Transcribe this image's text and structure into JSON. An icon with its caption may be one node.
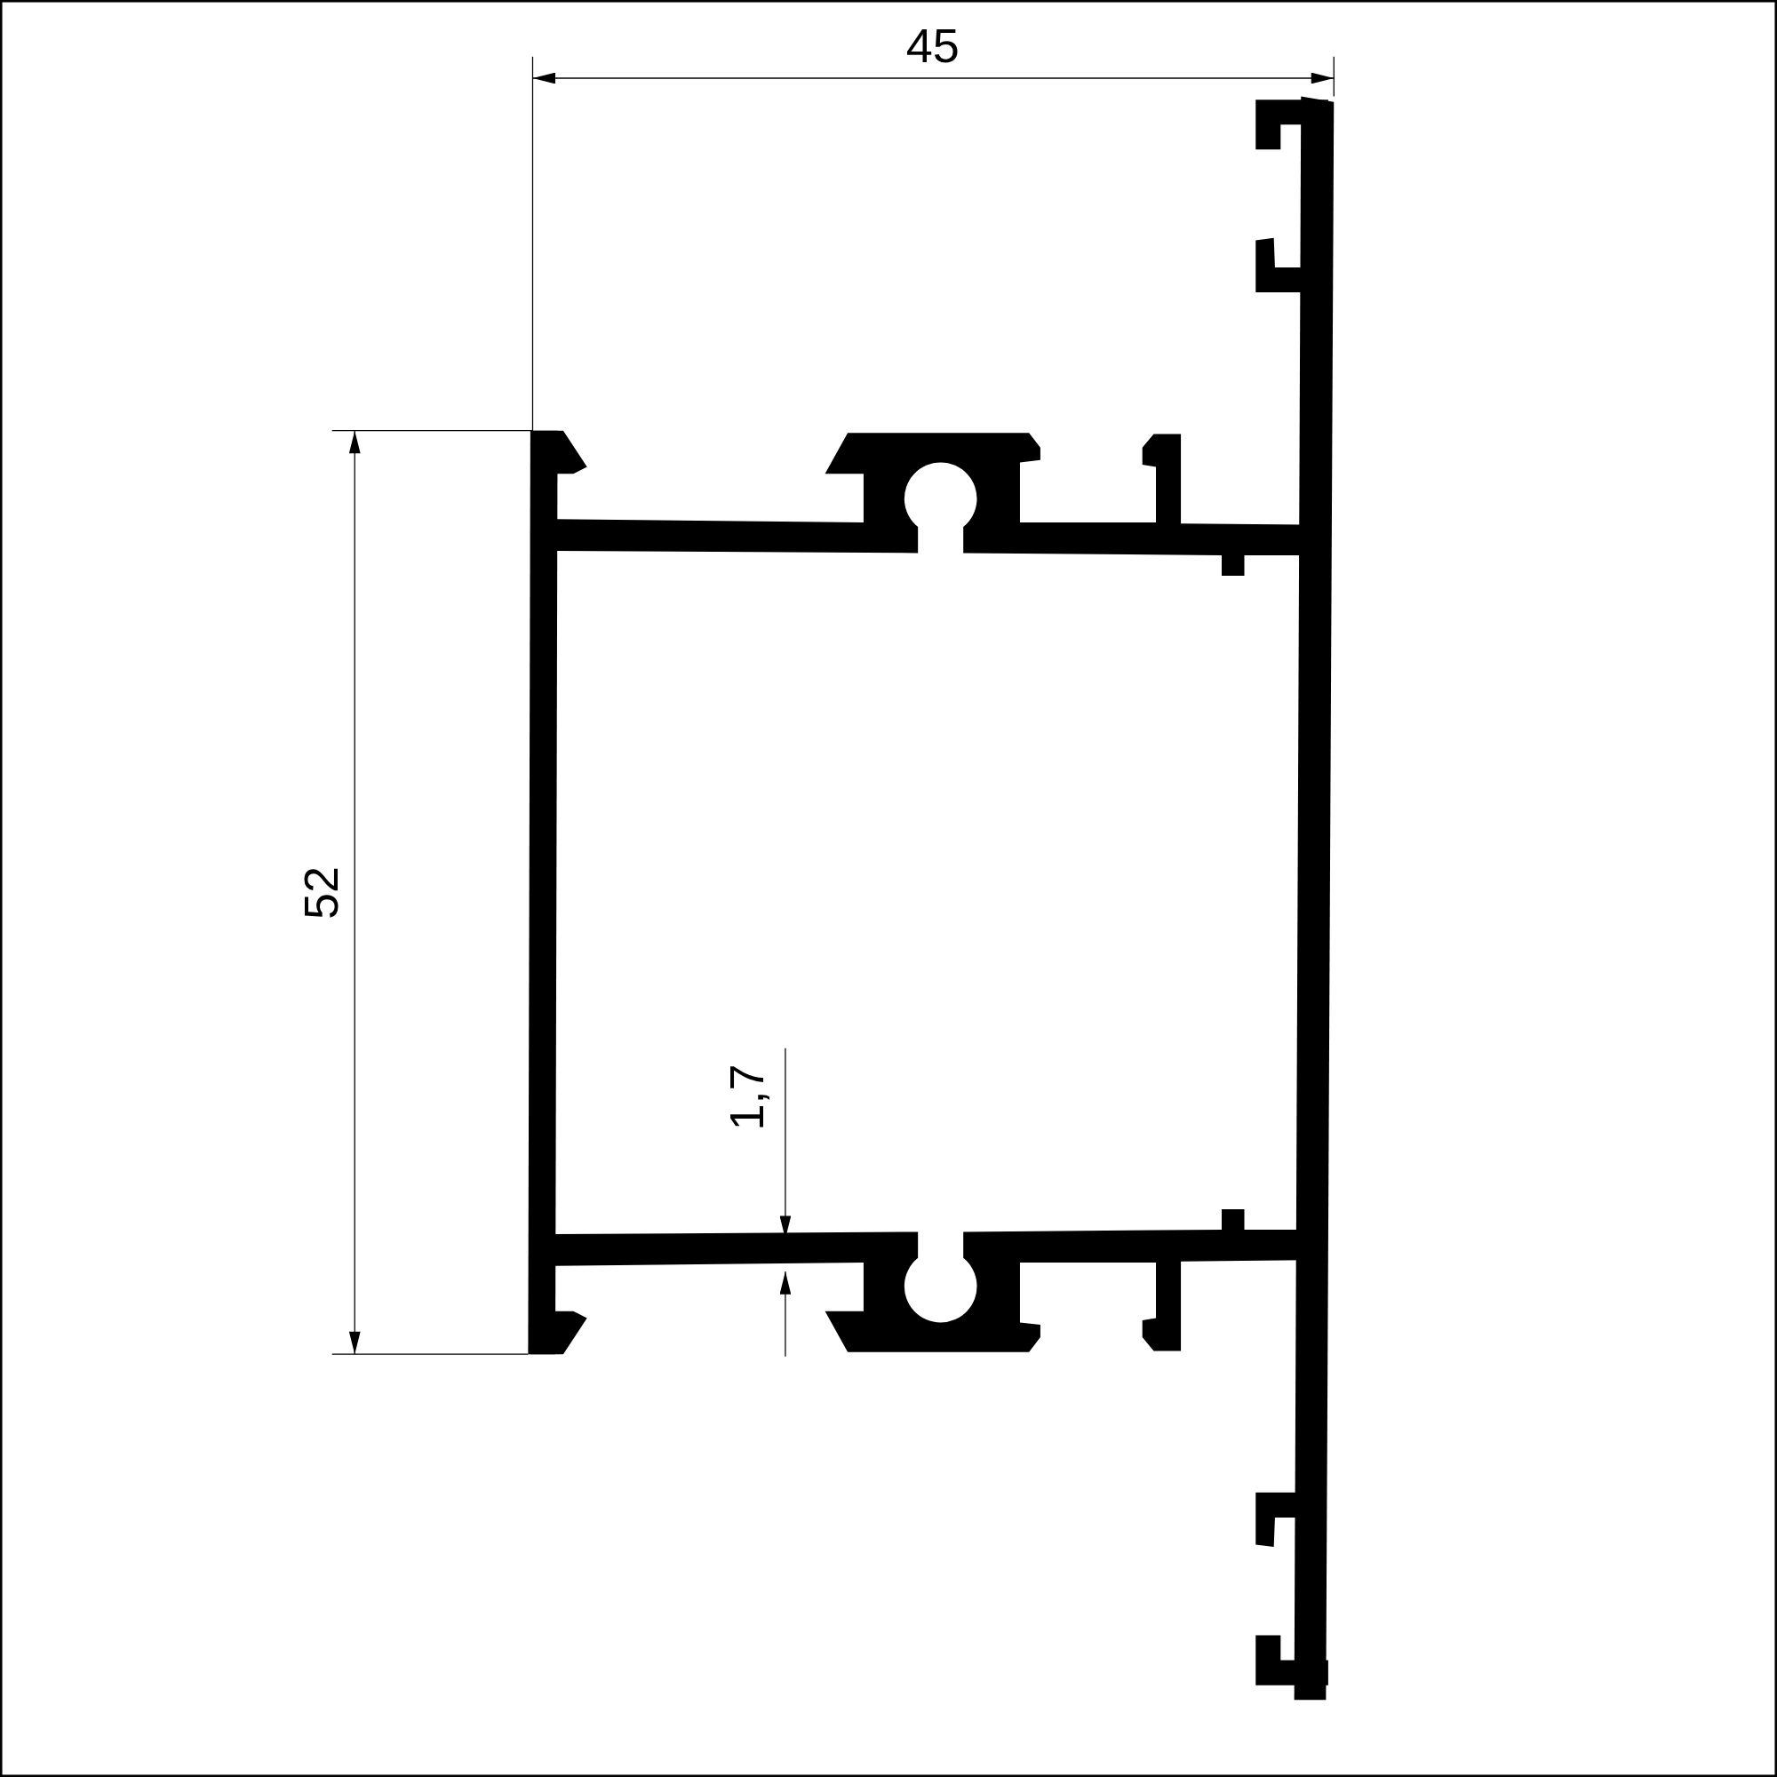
{
  "diagram": {
    "labels": [
      "45",
      "52",
      "1,7"
    ]
  }
}
